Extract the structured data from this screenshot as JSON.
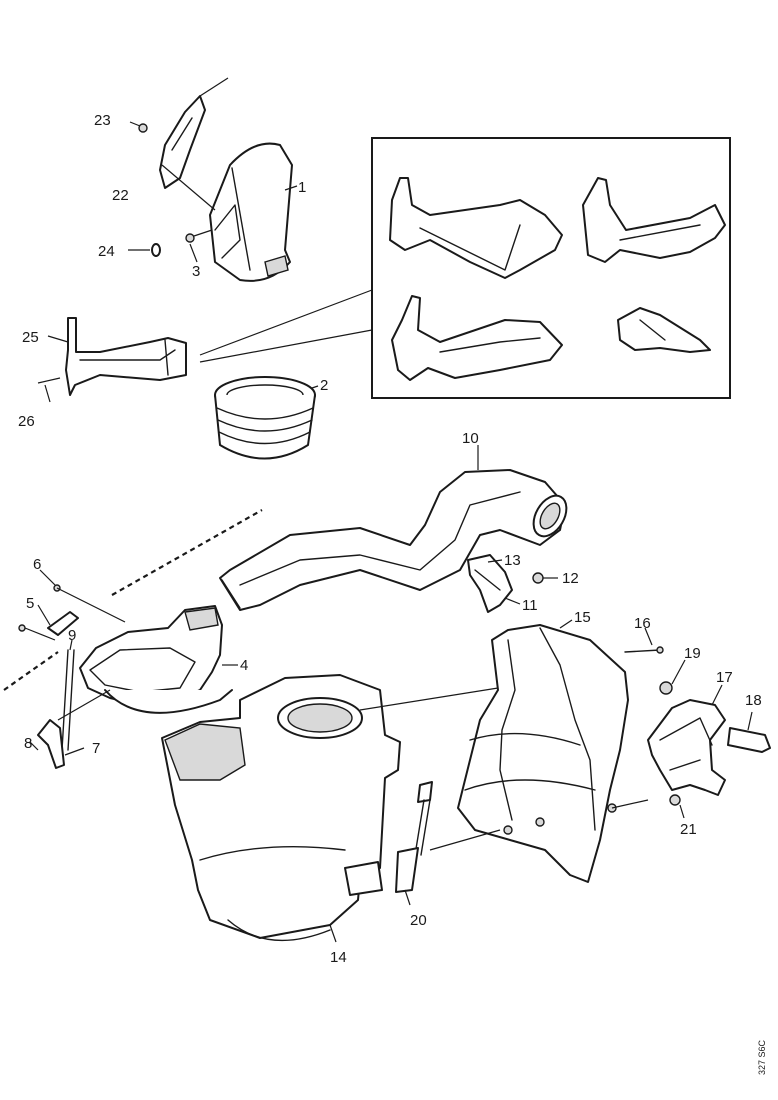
{
  "labels": {
    "p1": "1",
    "p2": "2",
    "p3": "3",
    "p4": "4",
    "p5": "5",
    "p6": "6",
    "p7": "7",
    "p8": "8",
    "p9": "9",
    "p10": "10",
    "p11": "11",
    "p12": "12",
    "p13": "13",
    "p14": "14",
    "p15": "15",
    "p16": "16",
    "p17": "17",
    "p18": "18",
    "p19": "19",
    "p20": "20",
    "p21": "21",
    "p22": "22",
    "p23": "23",
    "p24": "24",
    "p25": "25",
    "p26": "26"
  },
  "figure_code": "327 S6C"
}
